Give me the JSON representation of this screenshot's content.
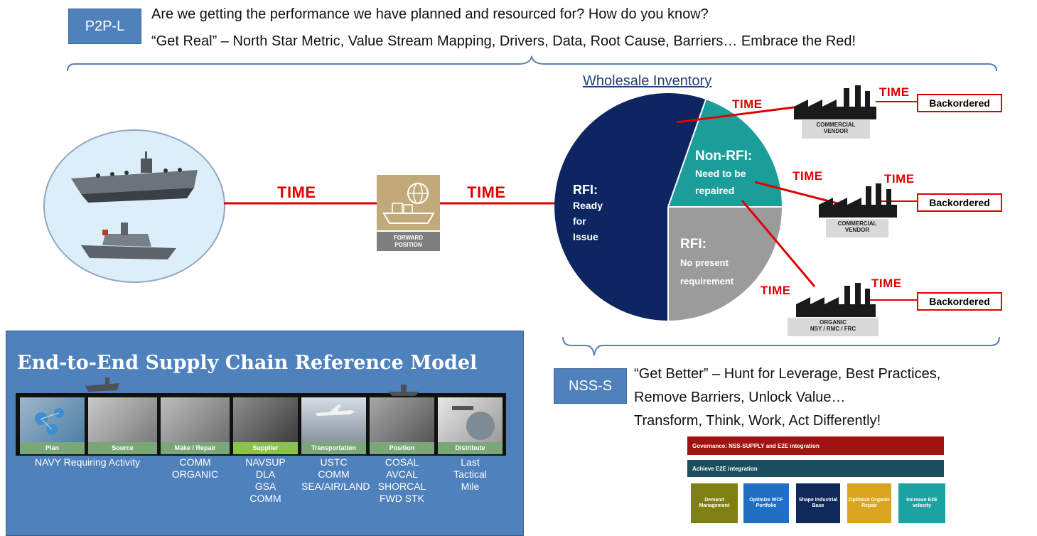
{
  "header": {
    "tag": "P2P-L",
    "line1": "Are we getting the performance we have planned and resourced for? How do you know?",
    "line2": "“Get Real” – North Star Metric, Value Stream Mapping, Drivers, Data, Root Cause, Barriers… Embrace the Red!"
  },
  "flow": {
    "time_label": "TIME",
    "forward_position": [
      "FORWARD",
      "POSITION"
    ]
  },
  "inventory": {
    "title": "Wholesale Inventory",
    "rfi_ready": [
      "RFI:",
      "Ready",
      "for",
      "Issue"
    ],
    "non_rfi": [
      "Non-RFI:",
      "Need to be",
      "repaired"
    ],
    "rfi_no_req": [
      "RFI:",
      "No present",
      "requirement"
    ]
  },
  "suppliers": [
    {
      "label": [
        "COMMERCIAL",
        "VENDOR"
      ],
      "status": "Backordered"
    },
    {
      "label": [
        "COMMERCIAL",
        "VENDOR"
      ],
      "status": "Backordered"
    },
    {
      "label": [
        "ORGANIC",
        "NSY / RMC / FRC"
      ],
      "status": "Backordered"
    }
  ],
  "nss": {
    "tag": "NSS-S",
    "lines": [
      "“Get Better” – Hunt for Leverage, Best Practices,",
      "Remove Barriers, Unlock Value…",
      "Transform, Think, Work, Act Differently!"
    ]
  },
  "governance": {
    "header": "Governance: NSS-SUPPLY and E2E integration",
    "subheader": "Achieve E2E integration",
    "boxes": [
      {
        "label": "Demand Management",
        "color": "#7f7f12"
      },
      {
        "label": "Optimize WCF Portfolio",
        "color": "#1f6fc5"
      },
      {
        "label": "Shape Industrial Base",
        "color": "#0f2a5a"
      },
      {
        "label": "Optimize Organic Repair",
        "color": "#d9a521"
      },
      {
        "label": "Increase E2E velocity",
        "color": "#1aa3a0"
      }
    ]
  },
  "reference_model": {
    "title": "End-to-End Supply Chain Reference Model",
    "stages": [
      {
        "label": "Plan",
        "items": [
          "NAVY Requiring Activity"
        ]
      },
      {
        "label": "Source",
        "items": []
      },
      {
        "label": "Make / Repair",
        "items": [
          "COMM",
          "ORGANIC"
        ]
      },
      {
        "label": "Supplier",
        "items": [
          "NAVSUP",
          "DLA",
          "GSA",
          "COMM"
        ]
      },
      {
        "label": "Transportation",
        "items": [
          "USTC",
          "COMM",
          "SEA/AIR/LAND"
        ]
      },
      {
        "label": "Position",
        "items": [
          "COSAL",
          "AVCAL",
          "SHORCAL",
          "FWD STK"
        ]
      },
      {
        "label": "Distribute",
        "items": [
          "Last",
          "Tactical",
          "Mile"
        ]
      }
    ]
  },
  "colors": {
    "accent_red": "#e00000",
    "rfi_navy": "#0d2560",
    "non_rfi_teal": "#1b9e9a",
    "rfi_gray": "#9b9b9b",
    "panel_blue": "#4f81bd"
  }
}
